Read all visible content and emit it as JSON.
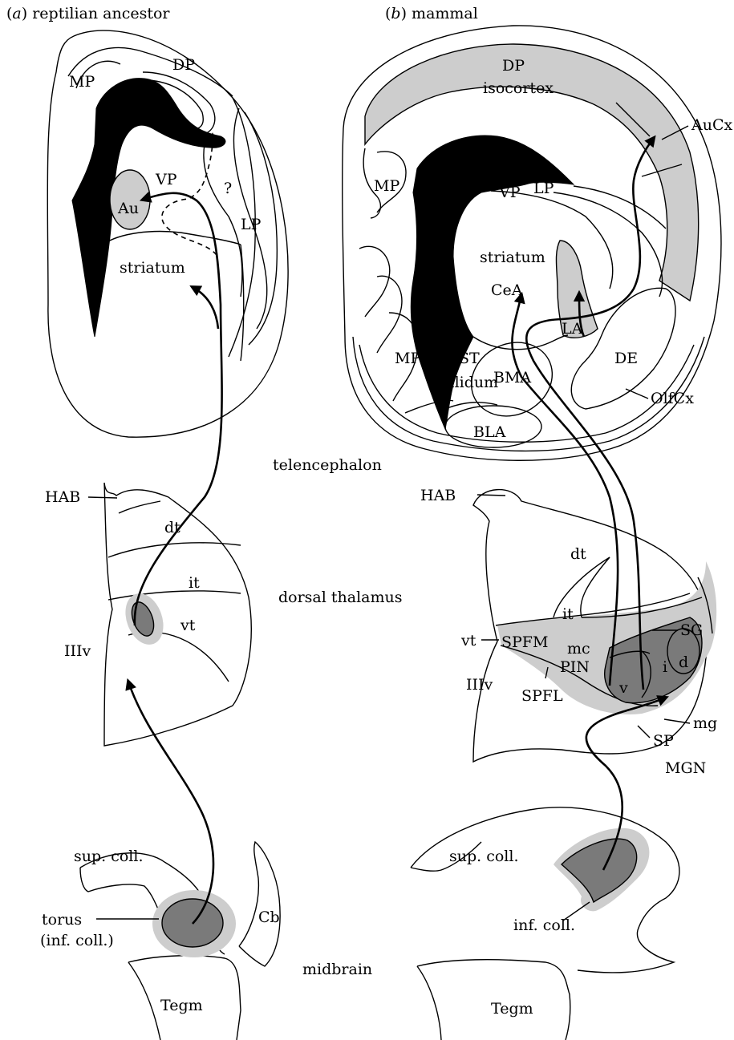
{
  "panels": {
    "a": {
      "letter": "a",
      "title": "reptilian ancestor"
    },
    "b": {
      "letter": "b",
      "title": "mammal"
    }
  },
  "levels": {
    "telencephalon": "telencephalon",
    "dorsal_thalamus": "dorsal thalamus",
    "midbrain": "midbrain"
  },
  "reptile": {
    "MP": "MP",
    "DP": "DP",
    "VP": "VP",
    "Au": "Au",
    "LP": "LP",
    "striatum": "striatum",
    "question": "?",
    "HAB": "HAB",
    "dt": "dt",
    "it": "it",
    "vt": "vt",
    "IIIv": "IIIv",
    "sup_coll": "sup. coll.",
    "torus": "torus",
    "inf_coll": "(inf. coll.)",
    "Cb": "Cb",
    "Tegm": "Tegm"
  },
  "mammal": {
    "DP": "DP",
    "isocortex": "isocortex",
    "AuCx": "AuCx",
    "MP_upper": "MP",
    "VP": "VP",
    "LP": "LP",
    "striatum": "striatum",
    "CeA": "CeA",
    "LA": "LA",
    "MP_lower": "MP",
    "BST": "BST",
    "pallidum": "pallidum",
    "BMA": "BMA",
    "DE": "DE",
    "OlfCx": "OlfCx",
    "BLA": "BLA",
    "HAB": "HAB",
    "dt": "dt",
    "it": "it",
    "vt": "vt",
    "SPFM": "SPFM",
    "SG": "SG",
    "mc": "mc",
    "PIN": "PIN",
    "i": "i",
    "d": "d",
    "v": "v",
    "IIIv": "IIIv",
    "SPFL": "SPFL",
    "mg": "mg",
    "SP": "SP",
    "MGN": "MGN",
    "sup_coll": "sup. coll.",
    "inf_coll": "inf. coll.",
    "Tegm": "Tegm"
  },
  "colors": {
    "light_gray": "#cdcdcd",
    "dark_gray": "#7a7a7a",
    "black": "#000000"
  }
}
